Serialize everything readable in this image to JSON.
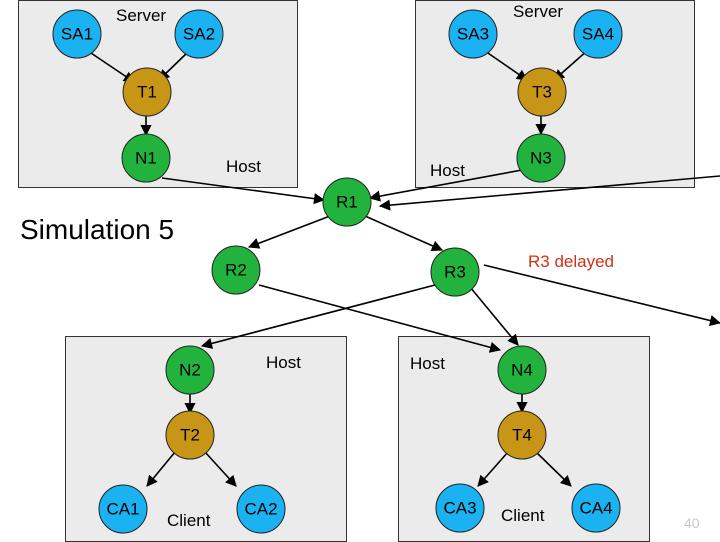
{
  "title": "Simulation 5",
  "page_number": "40",
  "box_labels": {
    "server_left": "Server",
    "server_right": "Server",
    "host_left_top": "Host",
    "host_right_top": "Host",
    "host_left_bottom": "Host",
    "host_right_bottom": "Host",
    "client_left": "Client",
    "client_right": "Client"
  },
  "annotation": "R3 delayed",
  "colors": {
    "blue_node": "#1ab2f0",
    "gold_node": "#c89617",
    "green_node": "#22b33e",
    "annotation": "#d03018",
    "box_fill": "#ebebeb"
  },
  "nodes": {
    "SA1": "SA1",
    "SA2": "SA2",
    "SA3": "SA3",
    "SA4": "SA4",
    "T1": "T1",
    "T2": "T2",
    "T3": "T3",
    "T4": "T4",
    "N1": "N1",
    "N2": "N2",
    "N3": "N3",
    "N4": "N4",
    "R1": "R1",
    "R2": "R2",
    "R3": "R3",
    "CA1": "CA1",
    "CA2": "CA2",
    "CA3": "CA3",
    "CA4": "CA4"
  }
}
